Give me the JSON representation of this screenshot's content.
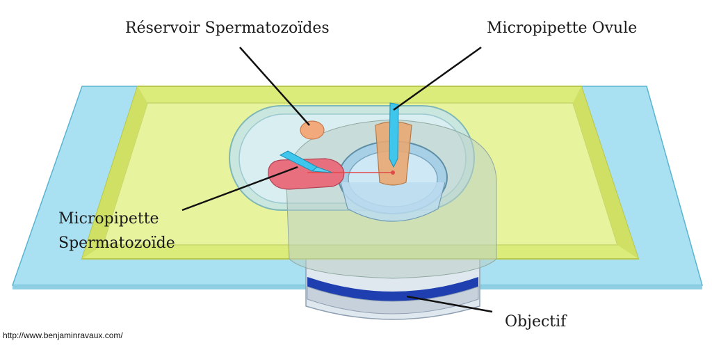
{
  "labels": {
    "reservoir": "Réservoir Spermatozoïdes",
    "micropipette_ovule": "Micropipette Ovule",
    "micropipette_sperm_line1": "Micropipette",
    "micropipette_sperm_line2": "Spermatozoïde",
    "objectif": "Objectif"
  },
  "credit": "http://www.benjaminravaux.com/",
  "colors": {
    "glass_slide": "#a9e1f3",
    "chamber": "#dcec7a",
    "reservoir": "#f2a97c",
    "sperm_pipette_zone": "#e8707e",
    "pipette": "#3ec6ec",
    "objective_band": "#1f3fb0"
  }
}
